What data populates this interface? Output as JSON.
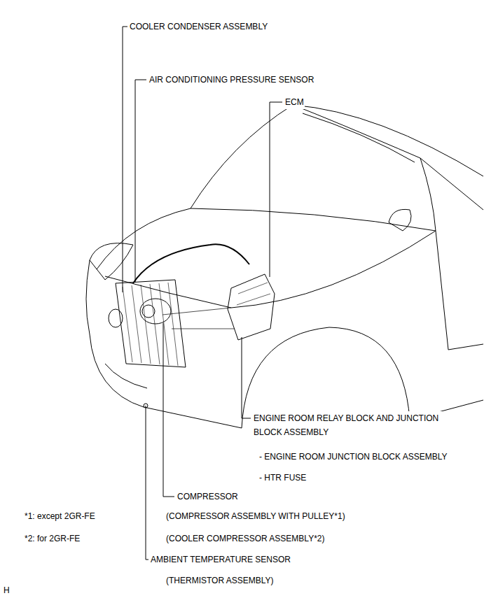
{
  "diagram": {
    "labels": [
      "COOLER CONDENSER ASSEMBLY",
      "AIR CONDITIONING PRESSURE SENSOR",
      "ECM",
      "ENGINE ROOM RELAY BLOCK AND JUNCTION BLOCK ASSEMBLY",
      "- ENGINE ROOM JUNCTION BLOCK ASSEMBLY",
      "- HTR FUSE",
      "COMPRESSOR",
      "*1: except 2GR-FE",
      "(COMPRESSOR ASSEMBLY WITH PULLEY*1)",
      "*2: for 2GR-FE",
      "(COOLER COMPRESSOR ASSEMBLY*2)",
      "AMBIENT TEMPERATURE SENSOR",
      "(THERMISTOR ASSEMBLY)",
      "H"
    ]
  }
}
